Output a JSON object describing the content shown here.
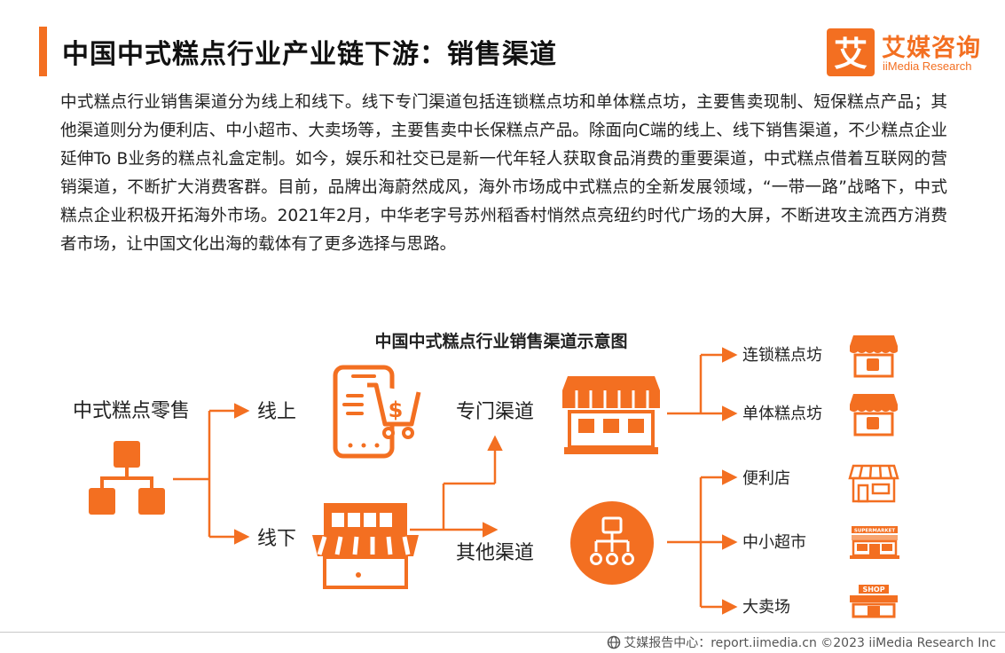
{
  "header": {
    "title": "中国中式糕点行业产业链下游：销售渠道",
    "accent_color": "#f36f21"
  },
  "logo": {
    "mark": "艾",
    "name_cn": "艾媒咨询",
    "name_en": "iiMedia Research"
  },
  "intro": {
    "paragraph": "中式糕点行业销售渠道分为线上和线下。线下专门渠道包括连锁糕点坊和单体糕点坊，主要售卖现制、短保糕点产品；其他渠道则分为便利店、中小超市、大卖场等，主要售卖中长保糕点产品。除面向C端的线上、线下销售渠道，不少糕点企业延伸To  B业务的糕点礼盒定制。如今，娱乐和社交已是新一代年轻人获取食品消费的重要渠道，中式糕点借着互联网的营销渠道，不断扩大消费客群。目前，品牌出海蔚然成风，海外市场成中式糕点的全新发展领域，“一带一路”战略下，中式糕点企业积极开拓海外市场。2021年2月，中华老字号苏州稻香村悄然点亮纽约时代广场的大屏，不断进攻主流西方消费者市场，让中国文化出海的载体有了更多选择与思路。"
  },
  "diagram": {
    "title": "中国中式糕点行业销售渠道示意图",
    "root": "中式糕点零售",
    "online": "线上",
    "offline": "线下",
    "dedicated": "专门渠道",
    "other": "其他渠道",
    "dedicated_children": [
      "连锁糕点坊",
      "单体糕点坊"
    ],
    "other_children": [
      "便利店",
      "中小超市",
      "大卖场"
    ],
    "icon_labels": {
      "supermarket": "SUPERMARKET",
      "shop": "SHOP"
    },
    "icons": [
      "org-chart-icon",
      "mobile-shopping-icon",
      "storefront-icon",
      "market-stall-icon",
      "network-circle-icon",
      "shop-bag-icon",
      "convenience-store-icon",
      "supermarket-icon",
      "shop-icon"
    ],
    "accent_color": "#f36f21"
  },
  "footer": {
    "text": "艾媒报告中心：report.iimedia.cn  ©2023  iiMedia Research  Inc"
  }
}
